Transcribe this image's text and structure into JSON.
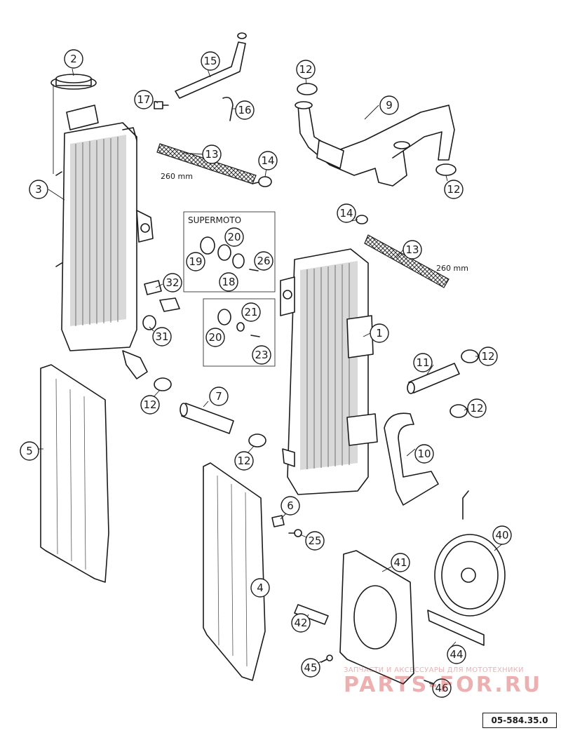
{
  "callouts": [
    {
      "id": "c1",
      "text": "1"
    },
    {
      "id": "c2",
      "text": "2"
    },
    {
      "id": "c3",
      "text": "3"
    },
    {
      "id": "c4",
      "text": "4"
    },
    {
      "id": "c5",
      "text": "5"
    },
    {
      "id": "c6",
      "text": "6"
    },
    {
      "id": "c7",
      "text": "7"
    },
    {
      "id": "c9",
      "text": "9"
    },
    {
      "id": "c10",
      "text": "10"
    },
    {
      "id": "c11",
      "text": "11"
    },
    {
      "id": "c12a",
      "text": "12"
    },
    {
      "id": "c12b",
      "text": "12"
    },
    {
      "id": "c12c",
      "text": "12"
    },
    {
      "id": "c12d",
      "text": "12"
    },
    {
      "id": "c12e",
      "text": "12"
    },
    {
      "id": "c12f",
      "text": "12"
    },
    {
      "id": "c13a",
      "text": "13"
    },
    {
      "id": "c13b",
      "text": "13"
    },
    {
      "id": "c14a",
      "text": "14"
    },
    {
      "id": "c14b",
      "text": "14"
    },
    {
      "id": "c15",
      "text": "15"
    },
    {
      "id": "c16",
      "text": "16"
    },
    {
      "id": "c17",
      "text": "17"
    },
    {
      "id": "c18",
      "text": "18"
    },
    {
      "id": "c19",
      "text": "19"
    },
    {
      "id": "c20a",
      "text": "20"
    },
    {
      "id": "c20b",
      "text": "20"
    },
    {
      "id": "c21",
      "text": "21"
    },
    {
      "id": "c23",
      "text": "23"
    },
    {
      "id": "c25",
      "text": "25"
    },
    {
      "id": "c26",
      "text": "26"
    },
    {
      "id": "c31",
      "text": "31"
    },
    {
      "id": "c32",
      "text": "32"
    },
    {
      "id": "c40",
      "text": "40"
    },
    {
      "id": "c41",
      "text": "41"
    },
    {
      "id": "c42",
      "text": "42"
    },
    {
      "id": "c44",
      "text": "44"
    },
    {
      "id": "c45",
      "text": "45"
    },
    {
      "id": "c46",
      "text": "46"
    }
  ],
  "dimensions": {
    "hose_top": "260 mm",
    "hose_right": "260 mm"
  },
  "group_label": "SUPERMOTO",
  "diagram_code": "05-584.35.0",
  "watermark": {
    "line1": "ЗАПЧАСТИ И АКСЕССУАРЫ ДЛЯ МОТОТЕХНИКИ",
    "brand": "PARTS-FOR.RU"
  }
}
